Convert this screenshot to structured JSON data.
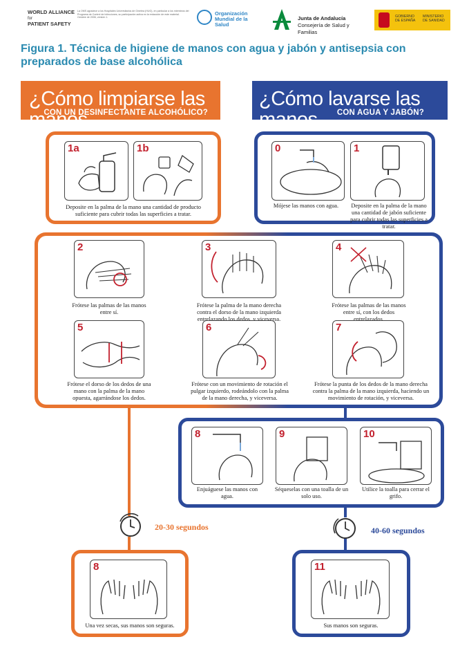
{
  "header": {
    "world_alliance": "WORLD ALLIANCE",
    "for": "for",
    "patient_safety": "PATIENT SAFETY",
    "oms_note": "La OMS agradece a los Hospitales Universitarios de Ginebra (HUG), en particular a los miembros del Programa de Control de Infecciones, su participación activa en la redacción de este material.",
    "oms_date": "Octubre de 2006, versión 1.",
    "who_name_1": "Organización",
    "who_name_2": "Mundial de la Salud",
    "junta_1": "Junta de Andalucía",
    "junta_2": "Consejería de Salud y Familias",
    "gob_1": "GOBIERNO",
    "gob_2": "DE ESPAÑA",
    "min_1": "MINISTERIO",
    "min_2": "DE SANIDAD"
  },
  "figure_title": "Figura 1. Técnica de higiene de manos con agua y jabón y antisepsia con preparados de base alcohólica",
  "left_title": {
    "main": "¿Cómo limpiarse las manos",
    "sub": "CON UN DESINFECTANTE ALCOHÓLICO?"
  },
  "right_title": {
    "main": "¿Cómo lavarse las manos",
    "sub": "CON AGUA Y JABÓN?"
  },
  "steps": {
    "s1a": {
      "num": "1a"
    },
    "s1b": {
      "num": "1b"
    },
    "s1ab_cap": "Deposite en la palma de la mano una cantidad de producto suficiente para cubrir todas las superficies a tratar.",
    "s0": {
      "num": "0",
      "cap": "Mójese las manos con agua."
    },
    "s1": {
      "num": "1",
      "cap": "Deposite en la palma de la mano una cantidad de jabón suficiente para cubrir todas las superficies a tratar."
    },
    "s2": {
      "num": "2",
      "cap": "Frótese las palmas de las manos entre sí."
    },
    "s3": {
      "num": "3",
      "cap": "Frótese la palma de la mano derecha contra el dorso de la mano izquierda entrelazando los dedos, y viceversa."
    },
    "s4": {
      "num": "4",
      "cap": "Frótese las palmas de las manos entre sí, con los dedos entrelazados."
    },
    "s5": {
      "num": "5",
      "cap": "Frótese el dorso de los dedos de una mano con la palma de la mano opuesta, agarrándose los dedos."
    },
    "s6": {
      "num": "6",
      "cap": "Frótese con un movimiento de rotación el pulgar izquierdo, rodeándolo con la palma de la mano derecha, y viceversa."
    },
    "s7": {
      "num": "7",
      "cap": "Frótese la punta de los dedos de la mano derecha contra la palma de la mano izquierda, haciendo un movimiento de rotación, y viceversa."
    },
    "s8w": {
      "num": "8",
      "cap": "Enjuáguese las manos con agua."
    },
    "s9": {
      "num": "9",
      "cap": "Séqueselas con una toalla de un solo uso."
    },
    "s10": {
      "num": "10",
      "cap": "Utilice la toalla para cerrar el grifo."
    },
    "s8a": {
      "num": "8",
      "cap": "Una vez secas, sus manos son seguras."
    },
    "s11": {
      "num": "11",
      "cap": "Sus manos son seguras."
    }
  },
  "timers": {
    "alcohol": "20-30 segundos",
    "water": "40-60 segundos"
  },
  "colors": {
    "orange": "#e8742f",
    "blue": "#2c4a9a",
    "red": "#c2202d",
    "title": "#2a8ab0"
  }
}
